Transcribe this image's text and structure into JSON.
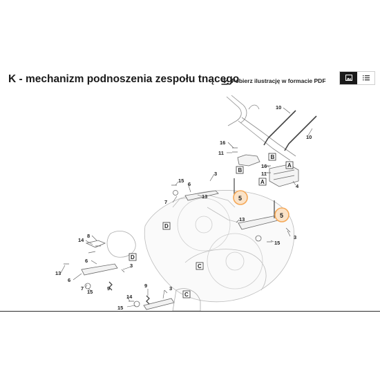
{
  "header": {
    "title": "K - mechanizm podnoszenia zespołu tnącego",
    "pdf_link_label": "Pobierz ilustrację w formacie PDF",
    "view_toggle": {
      "image_view_icon": "image-icon",
      "list_view_icon": "list-icon",
      "active": "image"
    }
  },
  "diagram": {
    "part_labels": {
      "p10a": "10",
      "p10b": "10",
      "p16a": "16",
      "p11a": "11",
      "p16b": "16",
      "p11b": "11",
      "p4": "4",
      "p3a": "3",
      "p15a": "15",
      "p6a": "6",
      "p7a": "7",
      "p13a": "13",
      "p13b": "13",
      "p8": "8",
      "p14": "14",
      "p6b": "6",
      "p3b": "3",
      "p15b": "15",
      "p3c": "3",
      "p13c": "13",
      "p6c": "6",
      "p7b": "7",
      "p15c": "15",
      "p9a": "9",
      "p9b": "9",
      "p3d": "3",
      "p14b": "14",
      "p15d": "15"
    },
    "callouts": {
      "c5a": "5",
      "c5b": "5"
    },
    "ref_letters": {
      "B1": "B",
      "B2": "B",
      "A1": "A",
      "A2": "A",
      "D1": "D",
      "D2": "D",
      "C1": "C",
      "C2": "C"
    },
    "callout_color": "#f5a857"
  }
}
